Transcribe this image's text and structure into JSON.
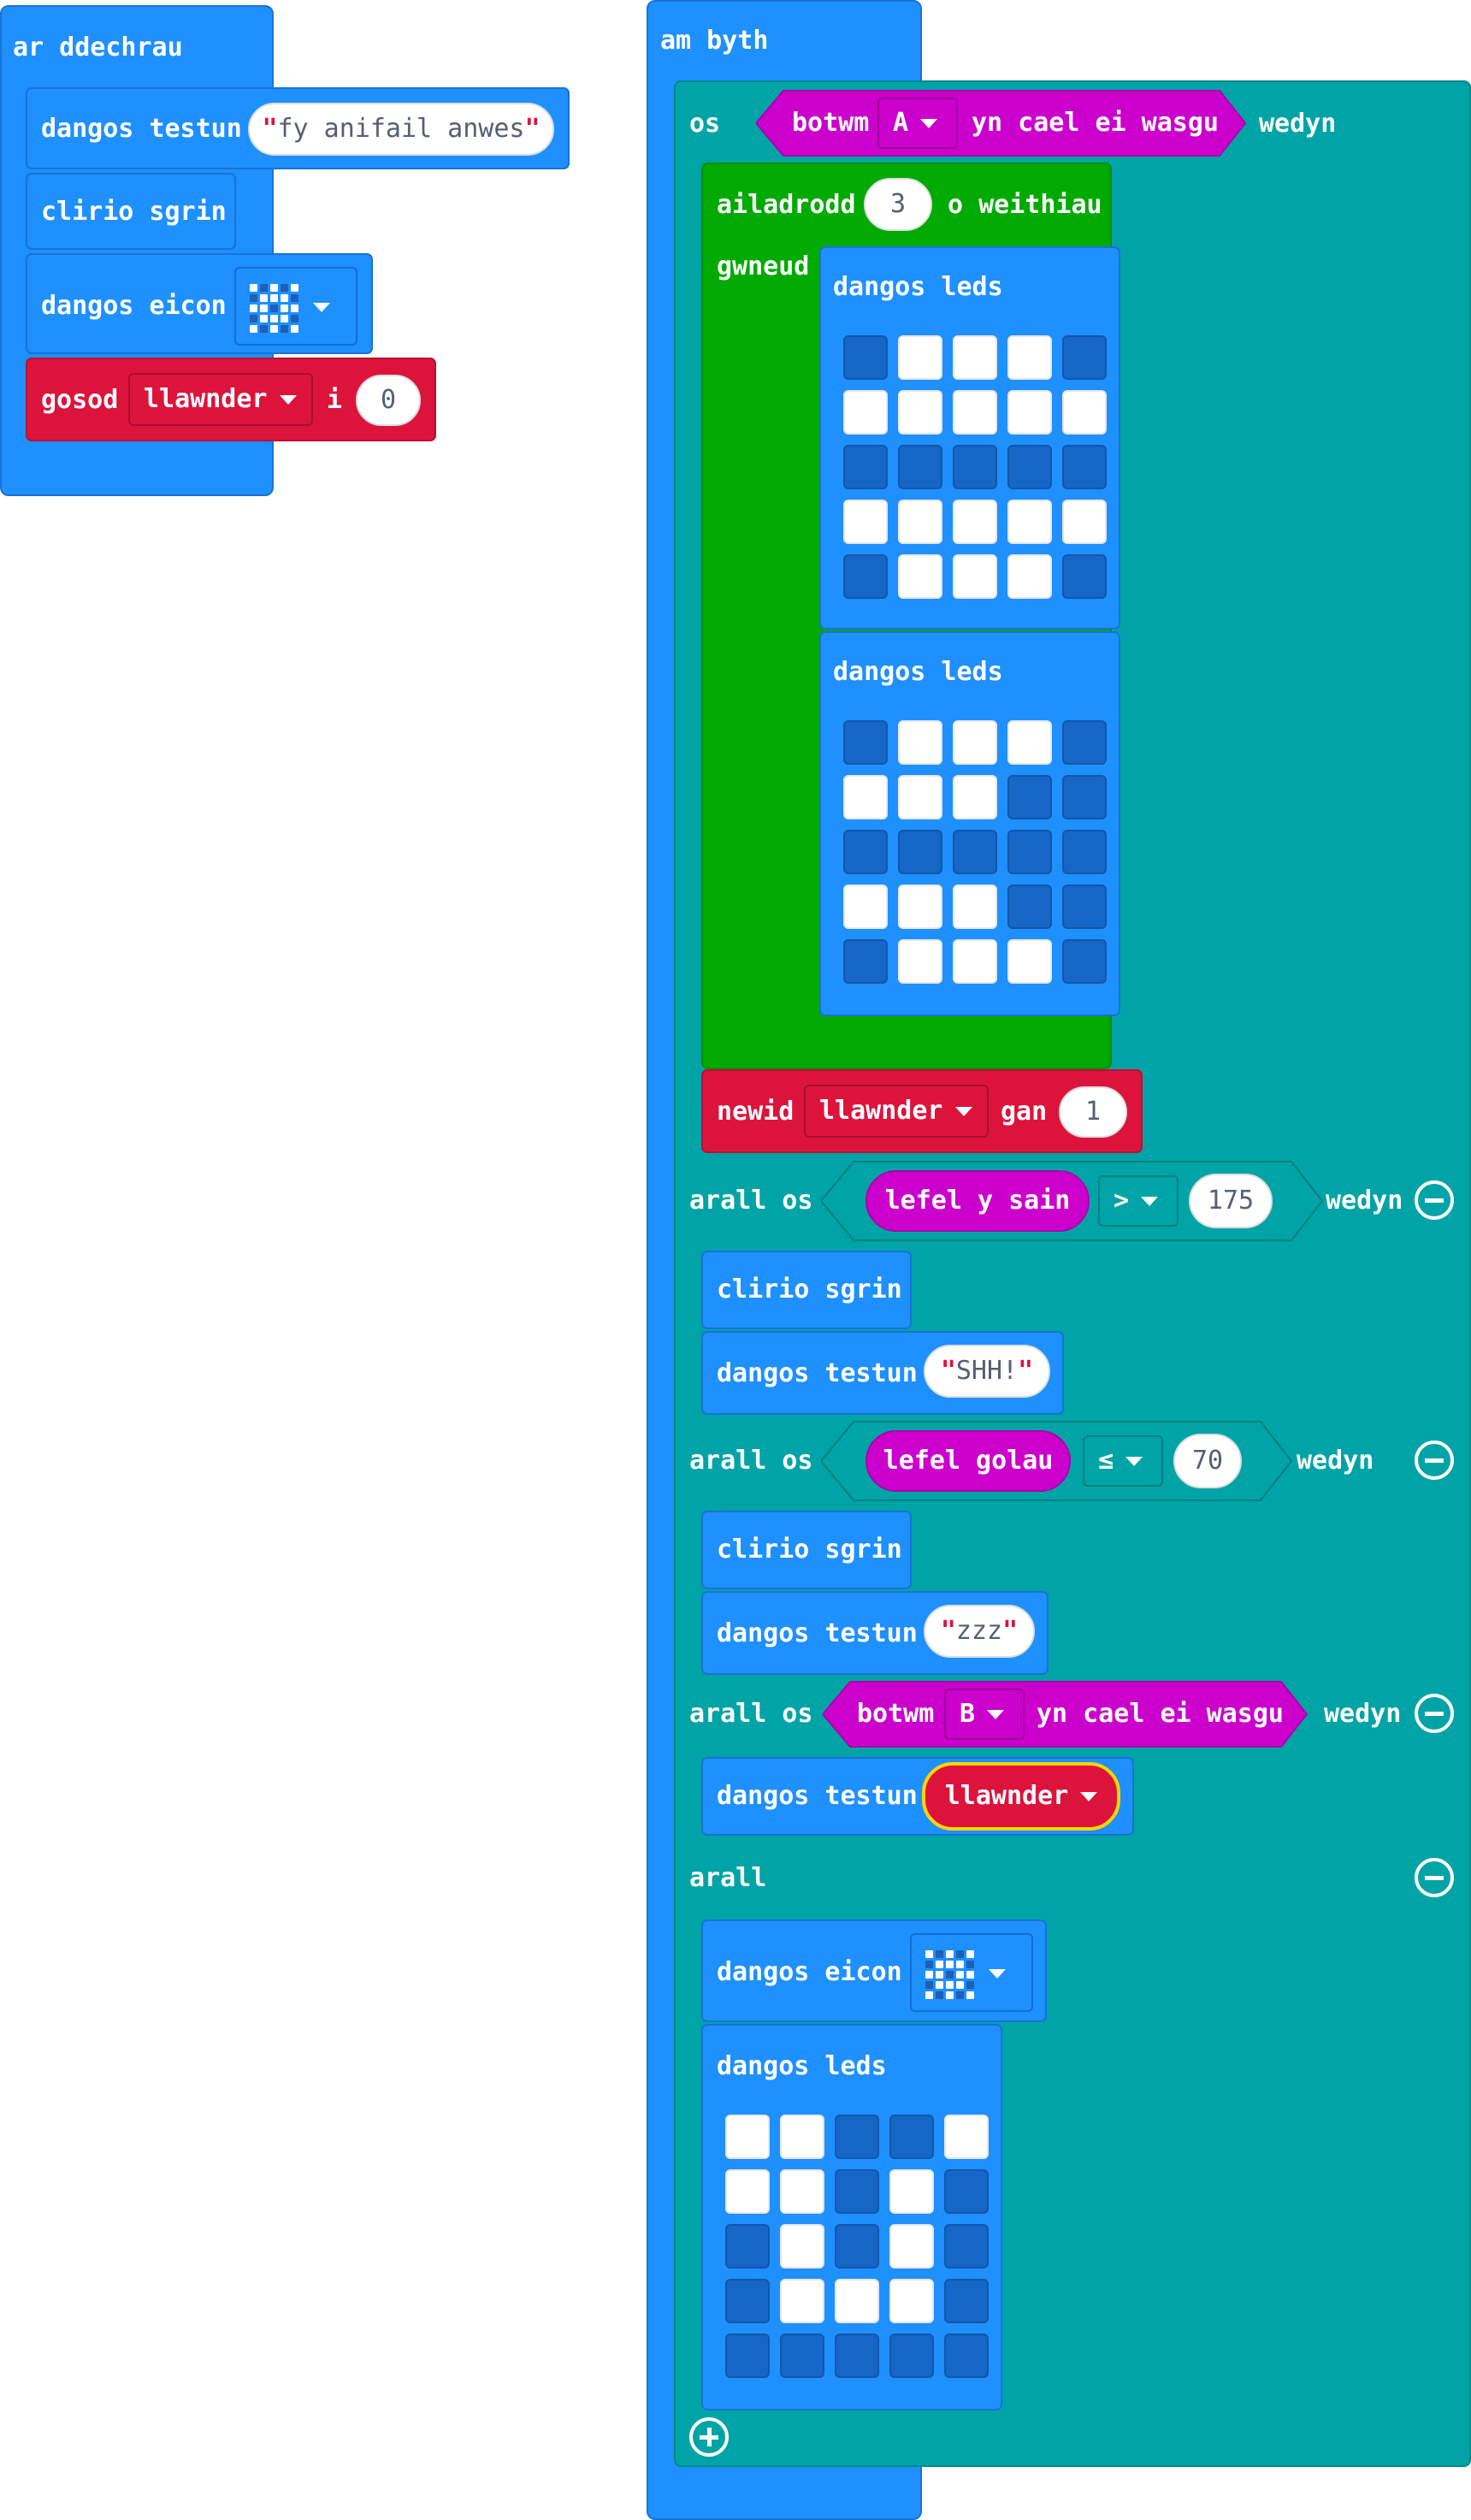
{
  "on_start": {
    "hat": "ar ddechrau",
    "show_string": {
      "label": "dangos testun",
      "value": "fy anifail anwes"
    },
    "clear": "clirio sgrin",
    "show_icon": "dangos eicon",
    "set_var": {
      "label": "gosod",
      "var": "llawnder",
      "to": "i",
      "value": "0"
    }
  },
  "forever": {
    "hat": "am byth",
    "if_label": "os",
    "then_label": "wedyn",
    "cond_a": {
      "prefix": "botwm",
      "button": "A",
      "suffix": "yn cael ei wasgu"
    },
    "repeat": {
      "label": "ailadrodd",
      "count": "3",
      "suffix": "o weithiau",
      "do": "gwneud"
    },
    "show_leds": "dangos leds",
    "change": {
      "label": "newid",
      "var": "llawnder",
      "by": "gan",
      "value": "1"
    },
    "elif1": {
      "label": "arall os",
      "sensor": "lefel y sain",
      "op": ">",
      "value": "175",
      "then": "wedyn"
    },
    "clear1": "clirio sgrin",
    "str1": {
      "label": "dangos testun",
      "value": "SHH!"
    },
    "elif2": {
      "label": "arall os",
      "sensor": "lefel golau",
      "op": "≤",
      "value": "70",
      "then": "wedyn"
    },
    "clear2": "clirio sgrin",
    "str2": {
      "label": "dangos testun",
      "value": "zzz"
    },
    "elif3": {
      "label": "arall os",
      "prefix": "botwm",
      "button": "B",
      "suffix": "yn cael ei wasgu",
      "then": "wedyn"
    },
    "str3": {
      "label": "dangos testun",
      "var": "llawnder"
    },
    "else": "arall",
    "icon2": "dangos eicon",
    "leds3_label": "dangos leds"
  },
  "leds": {
    "grid1": [
      0,
      1,
      1,
      1,
      0,
      1,
      1,
      1,
      1,
      1,
      0,
      0,
      0,
      0,
      0,
      1,
      1,
      1,
      1,
      1,
      0,
      1,
      1,
      1,
      0
    ],
    "grid2": [
      0,
      1,
      1,
      1,
      0,
      1,
      1,
      1,
      0,
      0,
      0,
      0,
      0,
      0,
      0,
      1,
      1,
      1,
      0,
      0,
      0,
      1,
      1,
      1,
      0
    ],
    "grid3": [
      1,
      1,
      0,
      0,
      1,
      1,
      1,
      0,
      1,
      0,
      0,
      1,
      0,
      1,
      0,
      0,
      1,
      1,
      1,
      0,
      0,
      0,
      0,
      0,
      0
    ],
    "icon": [
      1,
      0,
      1,
      0,
      1,
      0,
      1,
      1,
      1,
      0,
      1,
      1,
      0,
      1,
      1,
      0,
      1,
      1,
      1,
      0,
      1,
      0,
      1,
      0,
      1
    ]
  },
  "colors": {
    "basic": "#1e90ff",
    "logic": "#00a4a6",
    "loops": "#00aa00",
    "variables": "#dc143c",
    "input": "#cc00cc"
  }
}
